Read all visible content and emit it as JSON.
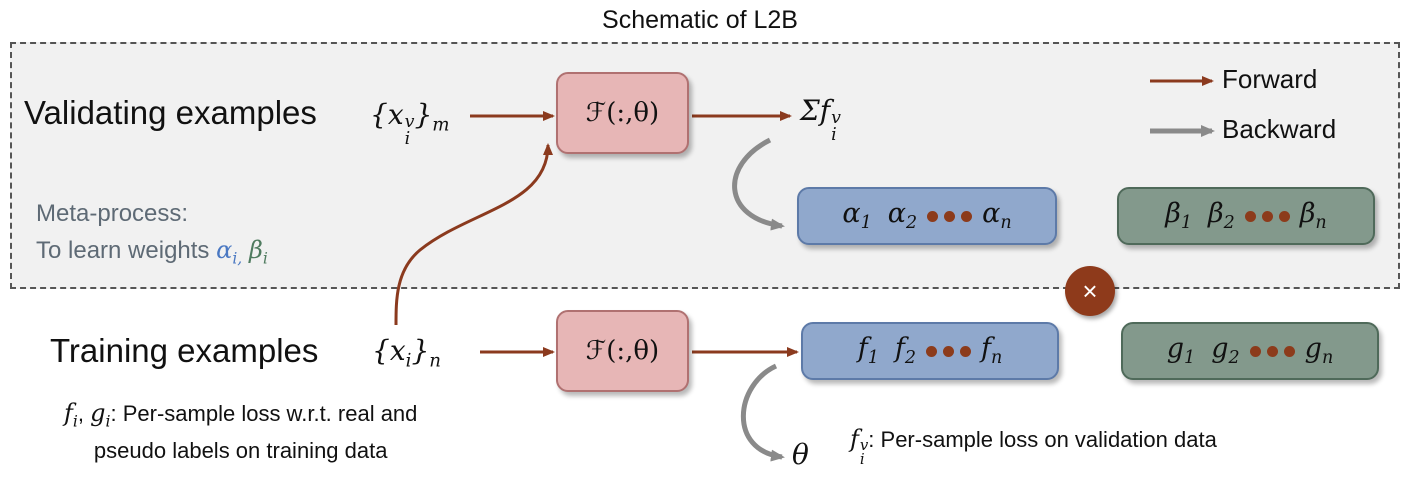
{
  "title": "Schematic of L2B",
  "legend": {
    "forward_label": "Forward",
    "backward_label": "Backward",
    "colors": {
      "forward": "#8b3a1e",
      "backward": "#8a8a8a"
    }
  },
  "validation": {
    "label": "Validating examples",
    "set_symbol": "x",
    "set_sup": "v",
    "set_sub_i": "i",
    "set_sub_m": "m",
    "model_label": "ℱ(:,θ)",
    "sum_symbol": "Σf",
    "sum_sup": "v",
    "sum_sub": "i"
  },
  "training": {
    "label": "Training examples",
    "set_symbol": "x",
    "set_sub_i": "i",
    "set_sub_n": "n",
    "model_label": "ℱ(:,θ)",
    "theta_label": "θ"
  },
  "weights": {
    "alpha": {
      "first": "α",
      "second": "α",
      "last": "α",
      "sub1": "1",
      "sub2": "2",
      "subn": "n"
    },
    "beta": {
      "first": "β",
      "second": "β",
      "last": "β",
      "sub1": "1",
      "sub2": "2",
      "subn": "n"
    }
  },
  "losses": {
    "f": {
      "first": "f",
      "second": "f",
      "last": "f",
      "sub1": "1",
      "sub2": "2",
      "subn": "n"
    },
    "g": {
      "first": "g",
      "second": "g",
      "last": "g",
      "sub1": "1",
      "sub2": "2",
      "subn": "n"
    }
  },
  "multiply_symbol": "×",
  "meta_process": {
    "line1": "Meta-process:",
    "line2_prefix": "To learn weights ",
    "alpha": "α",
    "alpha_sub": "i,",
    "beta": "β",
    "beta_sub": "i",
    "alpha_color": "#4a78c2",
    "beta_color": "#4f7b5f"
  },
  "caption_train": {
    "f": "f",
    "f_sub": "i",
    "g": "g",
    "g_sub": "i",
    "comma": ", ",
    "line1_text": ": Per-sample loss w.r.t. real and",
    "line2_text": "pseudo labels on training data"
  },
  "caption_val": {
    "f": "f",
    "f_sup": "v",
    "f_sub": "i",
    "text": ": Per-sample loss on validation data"
  }
}
